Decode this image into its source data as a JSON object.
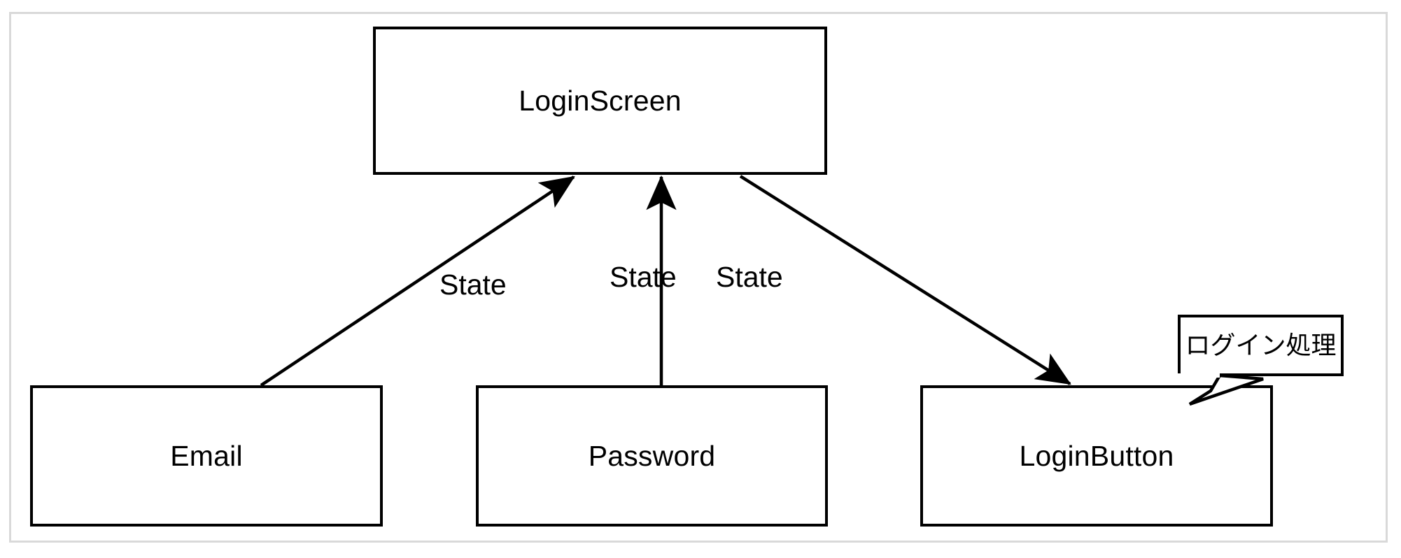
{
  "diagram": {
    "title": "LoginScreen component state diagram",
    "background_color": "#ffffff",
    "frame_border_color": "#d9d9d9",
    "stroke_color": "#000000",
    "nodes": [
      {
        "id": "login-screen",
        "label": "LoginScreen"
      },
      {
        "id": "email",
        "label": "Email"
      },
      {
        "id": "password",
        "label": "Password"
      },
      {
        "id": "login-button",
        "label": "LoginButton"
      }
    ],
    "edges": [
      {
        "id": "email-to-login-screen",
        "label": "State",
        "from": "email",
        "to": "login-screen"
      },
      {
        "id": "password-to-login-screen",
        "label": "State",
        "from": "password",
        "to": "login-screen"
      },
      {
        "id": "login-screen-to-button",
        "label": "State",
        "from": "login-screen",
        "to": "login-button"
      }
    ],
    "callout": {
      "id": "login-button-callout",
      "label": "ログイン処理",
      "anchor": "login-button"
    }
  }
}
